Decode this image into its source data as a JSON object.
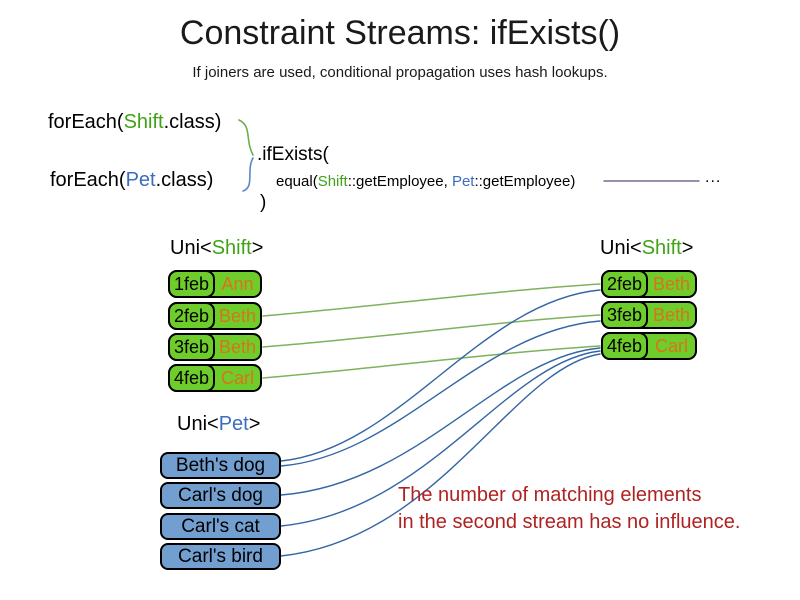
{
  "title": "Constraint Streams: ifExists()",
  "subtitle": "If joiners are used, conditional propagation uses hash lookups.",
  "code": {
    "foreach_shift_prefix": "forEach(",
    "foreach_shift_class": "Shift",
    "foreach_shift_suffix": ".class)",
    "foreach_pet_prefix": "forEach(",
    "foreach_pet_class": "Pet",
    "foreach_pet_suffix": ".class)",
    "if_exists": ".ifExists(",
    "equal_prefix": "equal(",
    "equal_shift": "Shift",
    "equal_mid": "::getEmployee, ",
    "equal_pet": "Pet",
    "equal_suffix": "::getEmployee)",
    "close_paren": ")",
    "ellipsis": "..."
  },
  "left_shift_table": {
    "label_prefix": "Uni<",
    "label_type": "Shift",
    "label_suffix": ">",
    "rows": [
      {
        "date": "1feb",
        "name": "Ann"
      },
      {
        "date": "2feb",
        "name": "Beth"
      },
      {
        "date": "3feb",
        "name": "Beth"
      },
      {
        "date": "4feb",
        "name": "Carl"
      }
    ]
  },
  "right_shift_table": {
    "label_prefix": "Uni<",
    "label_type": "Shift",
    "label_suffix": ">",
    "rows": [
      {
        "date": "2feb",
        "name": "Beth"
      },
      {
        "date": "3feb",
        "name": "Beth"
      },
      {
        "date": "4feb",
        "name": "Carl"
      }
    ]
  },
  "pet_list": {
    "label_prefix": "Uni<",
    "label_type": "Pet",
    "label_suffix": ">",
    "items": [
      {
        "name": "Beth's dog"
      },
      {
        "name": "Carl's dog"
      },
      {
        "name": "Carl's cat"
      },
      {
        "name": "Carl's bird"
      }
    ]
  },
  "note": {
    "line1": "The number of matching elements",
    "line2": "in the second stream has no influence."
  },
  "colors": {
    "class_green": "#3fa315",
    "class_blue": "#3a6cbf",
    "box_green": "#6ecd2a",
    "box_blue": "#729fcf",
    "name_orange": "#d9731c",
    "connector_green": "#7cb25c",
    "connector_blue": "#3465a4",
    "brace_green": "#6ab04b",
    "brace_blue": "#5b87c5",
    "annotation_purple": "#5f497a",
    "note_red": "#b02222"
  }
}
